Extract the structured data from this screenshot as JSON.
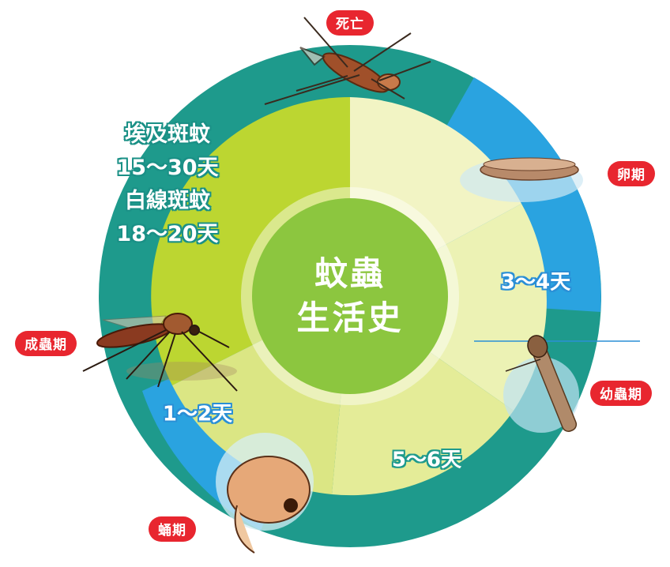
{
  "center": {
    "line1": "蚊蟲",
    "line2": "生活史"
  },
  "stages": {
    "death": "死亡",
    "egg": "卵期",
    "larva": "幼蟲期",
    "pupa": "蛹期",
    "adult": "成蟲期"
  },
  "durations": {
    "egg_to_larva": "3～4天",
    "larva_to_pupa": "5～6天",
    "pupa_to_adult": "1～2天"
  },
  "adult_lifespan": {
    "species1": "埃及斑蚊",
    "species1_days": "15～30天",
    "species2": "白線斑蚊",
    "species2_days": "18～20天"
  },
  "colors": {
    "outer_teal": "#1e9a8c",
    "outer_blue": "#2aa3e0",
    "adult_sector": "#bcd631",
    "egg_sector": "#f2f4c4",
    "larva_sector": "#e8efa0",
    "pupa_sector": "#dfe98a",
    "center_circle": "#8cc63f",
    "label_red": "#e8262f"
  },
  "icons": [
    "mosquito-dead-icon",
    "egg-raft-icon",
    "larva-icon",
    "pupa-icon",
    "mosquito-adult-icon"
  ]
}
